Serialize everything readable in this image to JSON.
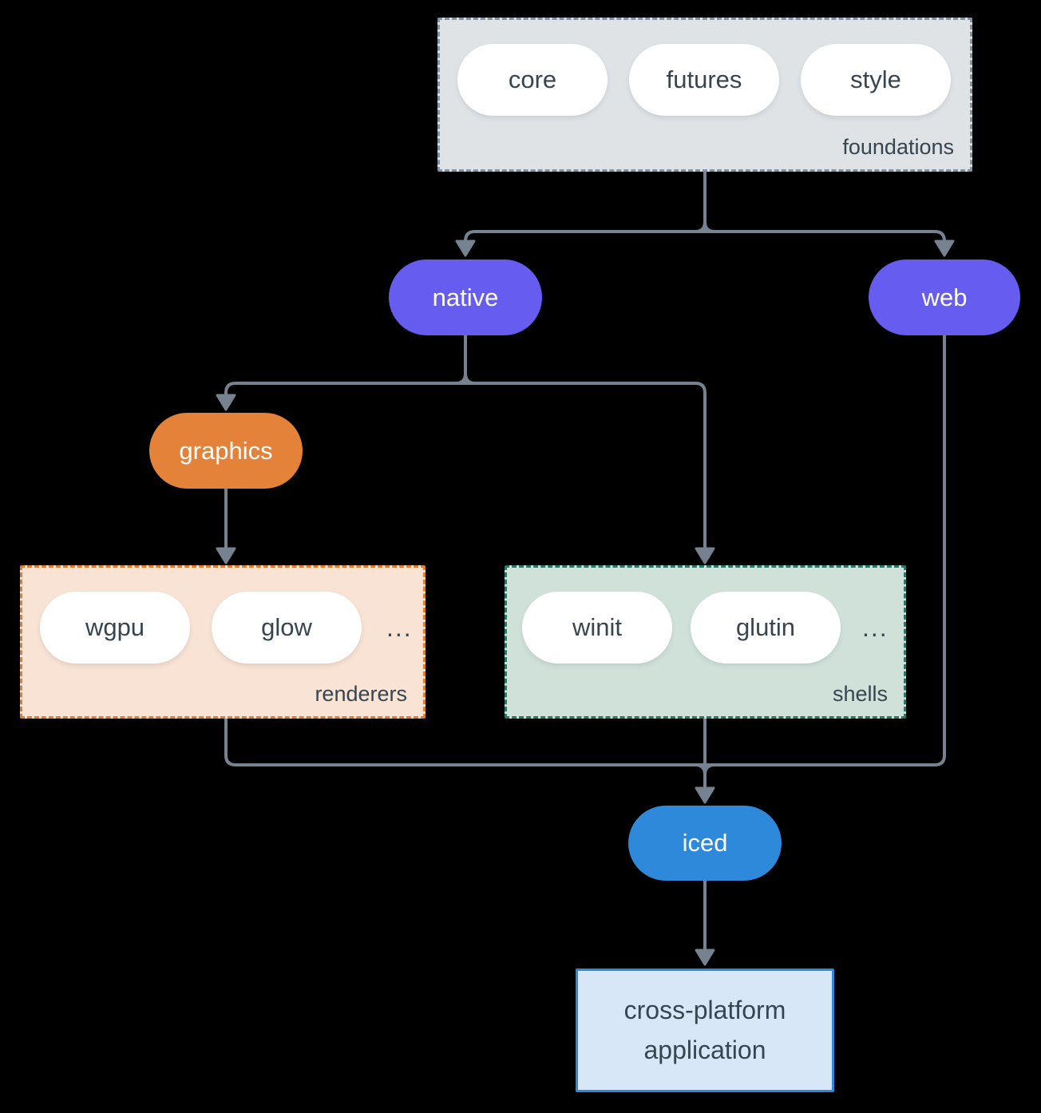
{
  "colors": {
    "background": "#000000",
    "line": "#76828f",
    "text_dark": "#36454f",
    "purple": "#665cf0",
    "orange": "#e5823a",
    "blue": "#2e89da",
    "foundations_fill": "#dfe3e6",
    "foundations_border": "#8693a0",
    "renderers_fill": "#f9e3d4",
    "renderers_border": "#e07d2e",
    "shells_fill": "#d0e1da",
    "shells_border": "#2d7767",
    "app_fill": "#d8e7f7",
    "app_border": "#2e89da",
    "pill_fill": "#ffffff"
  },
  "foundations": {
    "label": "foundations",
    "items": [
      "core",
      "futures",
      "style"
    ]
  },
  "platforms": {
    "native": "native",
    "web": "web"
  },
  "graphics": {
    "label": "graphics"
  },
  "renderers": {
    "label": "renderers",
    "items": [
      "wgpu",
      "glow"
    ],
    "more": "..."
  },
  "shells": {
    "label": "shells",
    "items": [
      "winit",
      "glutin"
    ],
    "more": "..."
  },
  "iced": {
    "label": "iced"
  },
  "application": {
    "label": "cross-platform application"
  }
}
